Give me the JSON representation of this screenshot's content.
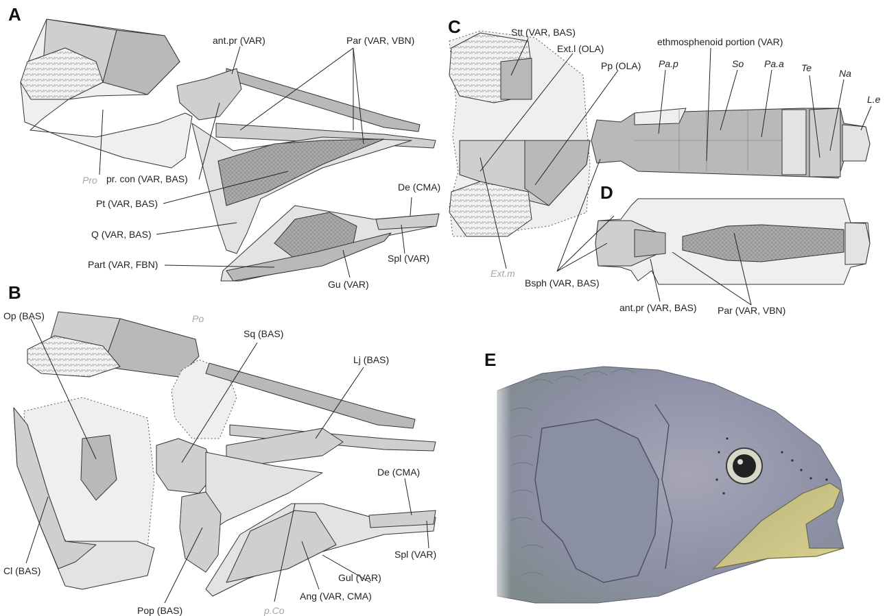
{
  "panels": {
    "a": "A",
    "b": "B",
    "c": "C",
    "d": "D",
    "e": "E"
  },
  "labels_a": {
    "ant_pr": "ant.pr (VAR)",
    "par": "Par (VAR, VBN)",
    "pro": "Pro",
    "pr_con": "pr. con (VAR, BAS)",
    "pt": "Pt (VAR, BAS)",
    "q": "Q (VAR, BAS)",
    "part": "Part (VAR, FBN)",
    "de": "De (CMA)",
    "spl": "Spl (VAR)",
    "gu": "Gu (VAR)"
  },
  "labels_b": {
    "op": "Op (BAS)",
    "po": "Po",
    "sq": "Sq (BAS)",
    "lj": "Lj (BAS)",
    "de": "De (CMA)",
    "spl": "Spl (VAR)",
    "gul": "Gul (VAR)",
    "ang": "Ang (VAR, CMA)",
    "cl": "Cl (BAS)",
    "pop": "Pop (BAS)",
    "pco": "p.Co"
  },
  "labels_c": {
    "stt": "Stt (VAR, BAS)",
    "ext_l": "Ext.l (OLA)",
    "pp": "Pp (OLA)",
    "ethmo": "ethmosphenoid portion (VAR)",
    "pa_p": "Pa.p",
    "so": "So",
    "pa_a": "Pa.a",
    "te": "Te",
    "na": "Na",
    "le": "L.e",
    "ext_m": "Ext.m"
  },
  "labels_d": {
    "bsph": "Bsph (VAR, BAS)",
    "ant_pr": "ant.pr (VAR, BAS)",
    "par": "Par (VAR, VBN)"
  },
  "colors": {
    "dark_bone": "#b9b9b9",
    "mid_bone": "#cfcfcf",
    "light_bone": "#e3e3e3",
    "fish_skin": "#8f93a8",
    "fish_jaw": "#c9c07a"
  }
}
